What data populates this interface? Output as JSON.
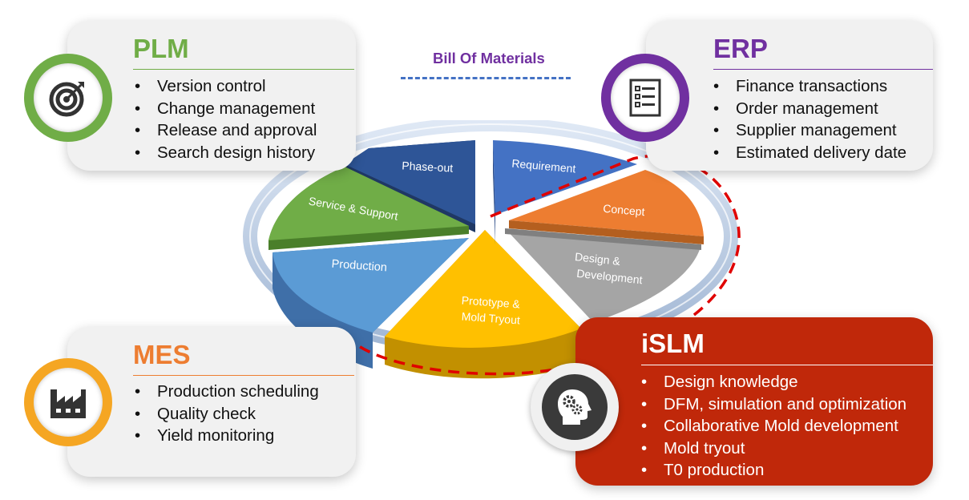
{
  "bom_label": "Bill Of Materials",
  "plm": {
    "title": "PLM",
    "icon": "target-icon",
    "color": "#70ad47",
    "items": [
      "Version control",
      "Change management",
      "Release and approval",
      "Search design history"
    ]
  },
  "erp": {
    "title": "ERP",
    "icon": "checklist-icon",
    "color": "#7030a0",
    "items": [
      "Finance transactions",
      "Order management",
      "Supplier management",
      "Estimated delivery date"
    ]
  },
  "mes": {
    "title": "MES",
    "icon": "factory-icon",
    "color": "#ed7d31",
    "items": [
      "Production scheduling",
      "Quality check",
      "Yield monitoring"
    ]
  },
  "islm": {
    "title": "iSLM",
    "icon": "head-gears-icon",
    "color": "#c0280a",
    "items": [
      "Design knowledge",
      "DFM, simulation and optimization",
      "Collaborative Mold development",
      "Mold tryout",
      "T0 production"
    ]
  },
  "pie": {
    "segments": [
      {
        "label": "Requirement",
        "color": "#4472c4"
      },
      {
        "label": "Concept",
        "color": "#ed7d31"
      },
      {
        "label": "Design & Development",
        "color": "#a5a5a5"
      },
      {
        "label": "Prototype & Mold Tryout",
        "color": "#ffc000"
      },
      {
        "label": "Production",
        "color": "#5b9bd5"
      },
      {
        "label": "Service & Support",
        "color": "#70ad47"
      },
      {
        "label": "Phase-out",
        "color": "#264478"
      }
    ]
  }
}
